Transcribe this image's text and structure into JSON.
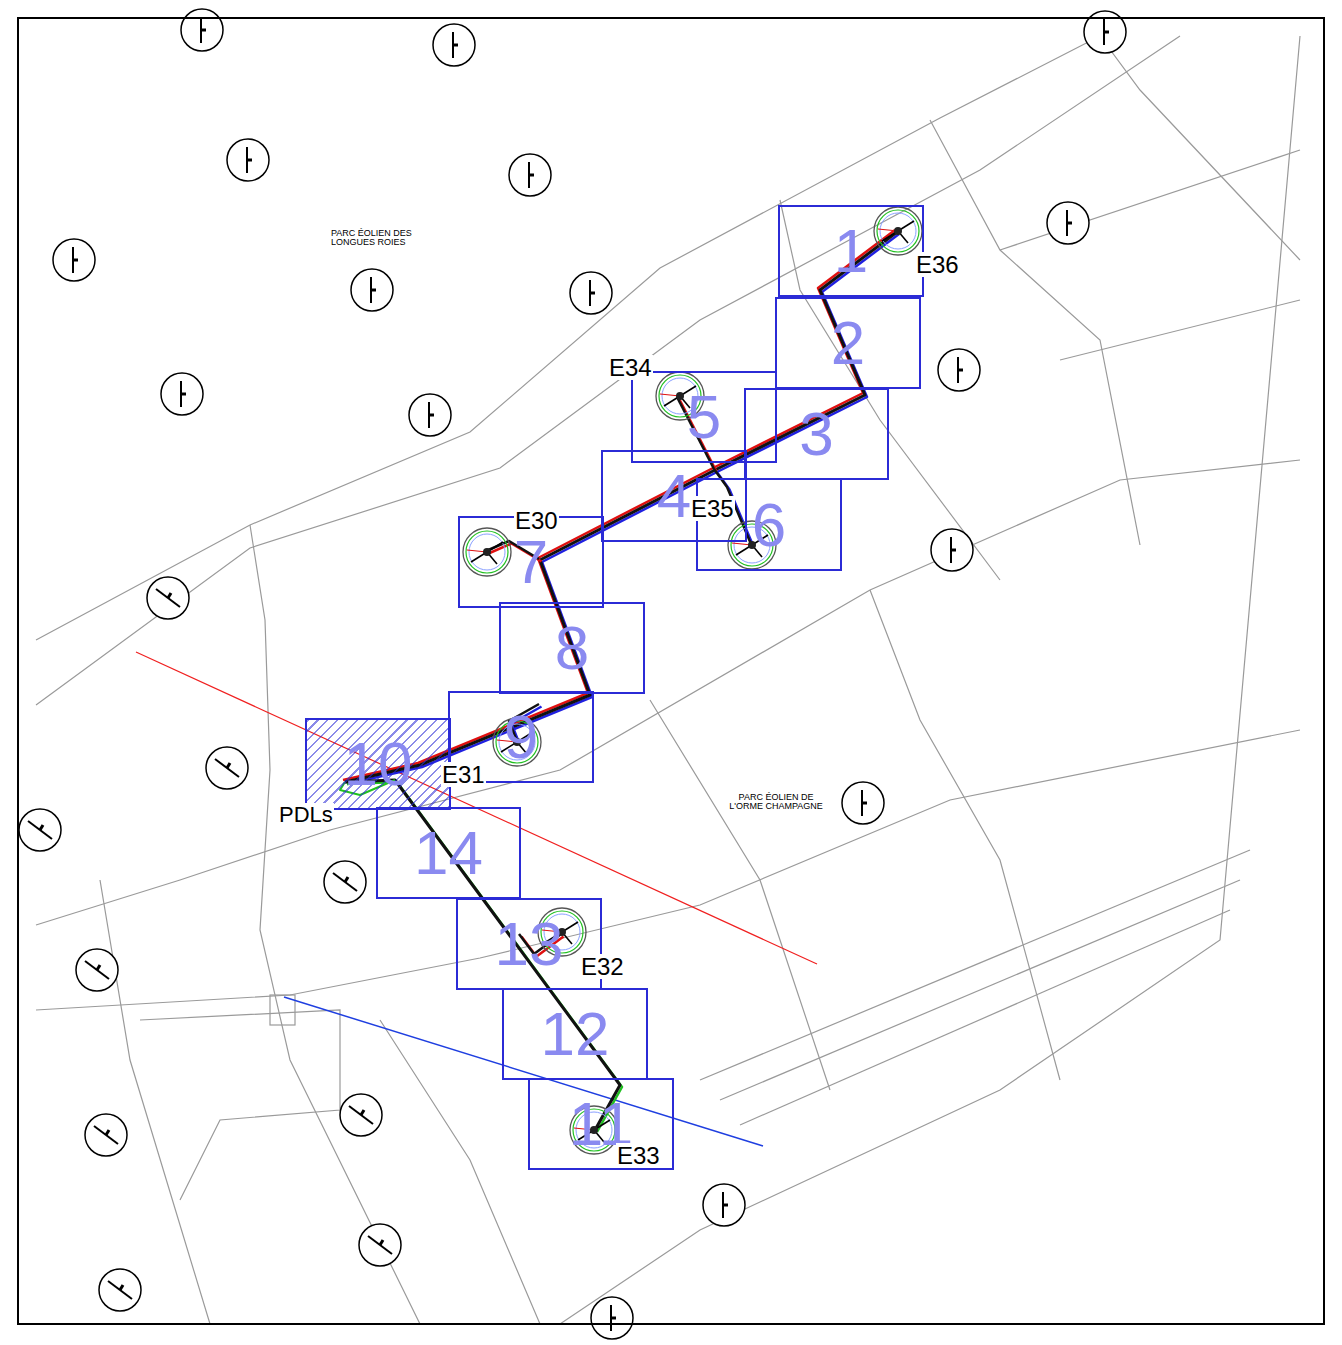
{
  "diagram": {
    "nodes": [
      {
        "text": [
          "1"
        ]
      },
      {
        "text": [
          "2"
        ]
      },
      {
        "text": [
          "3"
        ]
      },
      {
        "text": [
          "4"
        ]
      },
      {
        "text": [
          "5"
        ]
      },
      {
        "text": [
          "6"
        ]
      },
      {
        "text": [
          "7"
        ]
      },
      {
        "text": [
          "8"
        ]
      },
      {
        "text": [
          "9"
        ]
      },
      {
        "text": [
          "10"
        ]
      },
      {
        "text": [
          "11"
        ]
      },
      {
        "text": [
          "12"
        ]
      },
      {
        "text": [
          "13"
        ]
      },
      {
        "text": [
          "14"
        ]
      }
    ],
    "labels": [
      "PARC ÉOLIEN DES LONGUES ROIES",
      "E36",
      "E34",
      "E35",
      "E30",
      "E31",
      "PDLs",
      "PARC ÉOLIEN DE L'ORME CHAMPAGNE",
      "E32",
      "E33"
    ]
  }
}
